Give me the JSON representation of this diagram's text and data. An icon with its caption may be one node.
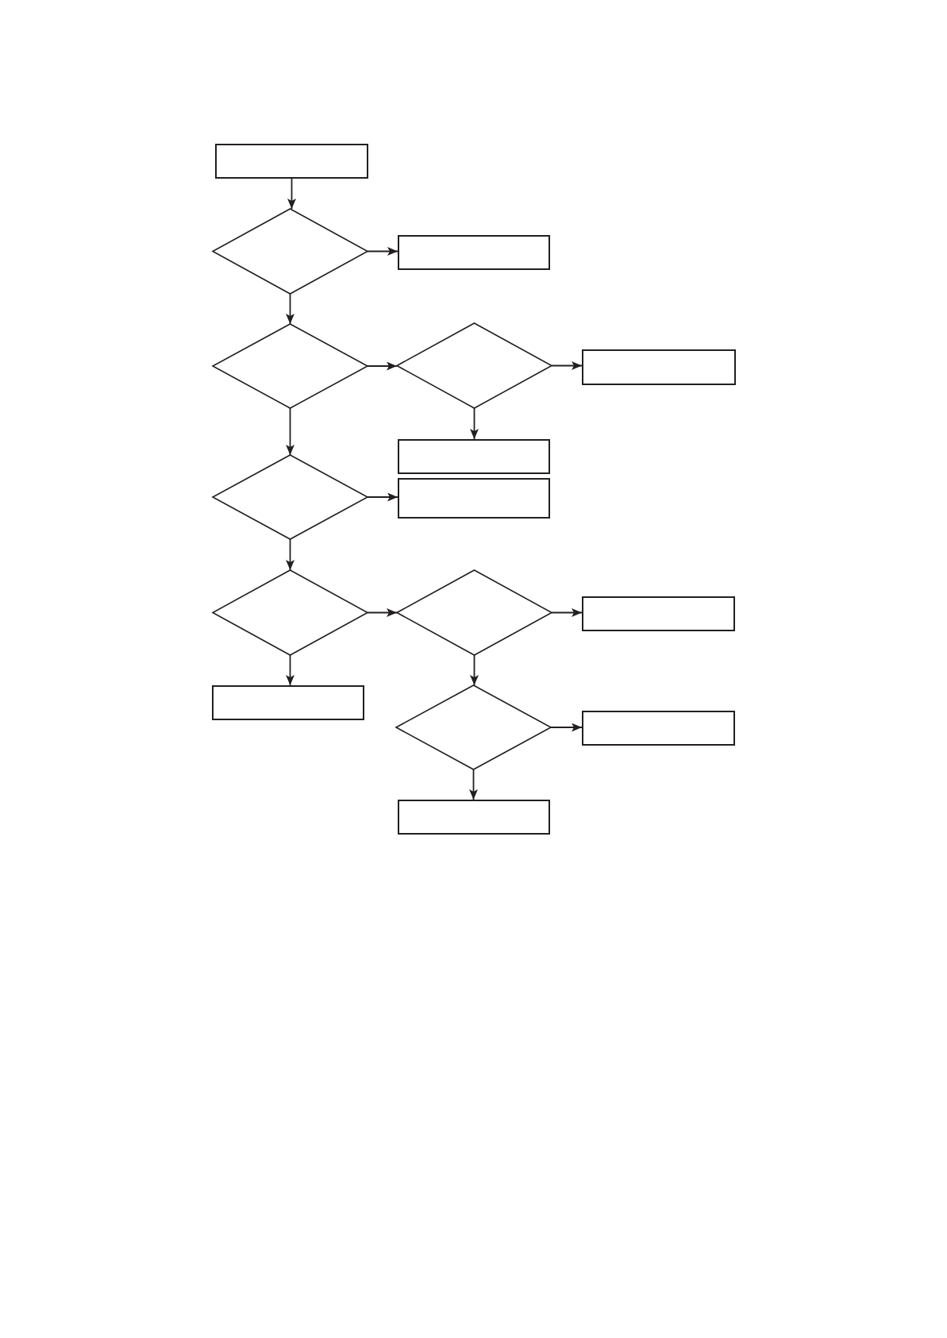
{
  "diagram": {
    "nodes": [
      {
        "text": [],
        "shape": "box"
      },
      {
        "text": [],
        "shape": "diamond"
      },
      {
        "text": [],
        "shape": "box"
      },
      {
        "text": [],
        "shape": "diamond"
      },
      {
        "text": [],
        "shape": "diamond"
      },
      {
        "text": [],
        "shape": "box"
      },
      {
        "text": [],
        "shape": "box"
      },
      {
        "text": [],
        "shape": "diamond"
      },
      {
        "text": [],
        "shape": "box"
      },
      {
        "text": [],
        "shape": "diamond"
      },
      {
        "text": [],
        "shape": "diamond"
      },
      {
        "text": [],
        "shape": "box"
      },
      {
        "text": [],
        "shape": "box"
      },
      {
        "text": [],
        "shape": "diamond"
      },
      {
        "text": [],
        "shape": "box"
      },
      {
        "text": [],
        "shape": "box"
      }
    ],
    "edges": [
      {
        "from": 0,
        "to": 1,
        "arrow": "to"
      },
      {
        "from": 1,
        "to": 2,
        "arrow": "to"
      },
      {
        "from": 1,
        "to": 3,
        "arrow": "to"
      },
      {
        "from": 3,
        "to": 4,
        "arrow": "to"
      },
      {
        "from": 4,
        "to": 5,
        "arrow": "to"
      },
      {
        "from": 4,
        "to": 6,
        "arrow": "to"
      },
      {
        "from": 3,
        "to": 7,
        "arrow": "to"
      },
      {
        "from": 7,
        "to": 8,
        "arrow": "to"
      },
      {
        "from": 7,
        "to": 9,
        "arrow": "to"
      },
      {
        "from": 9,
        "to": 10,
        "arrow": "to"
      },
      {
        "from": 10,
        "to": 11,
        "arrow": "to"
      },
      {
        "from": 9,
        "to": 12,
        "arrow": "to"
      },
      {
        "from": 10,
        "to": 13,
        "arrow": "to"
      },
      {
        "from": 13,
        "to": 14,
        "arrow": "to"
      },
      {
        "from": 13,
        "to": 15,
        "arrow": "to"
      }
    ]
  }
}
